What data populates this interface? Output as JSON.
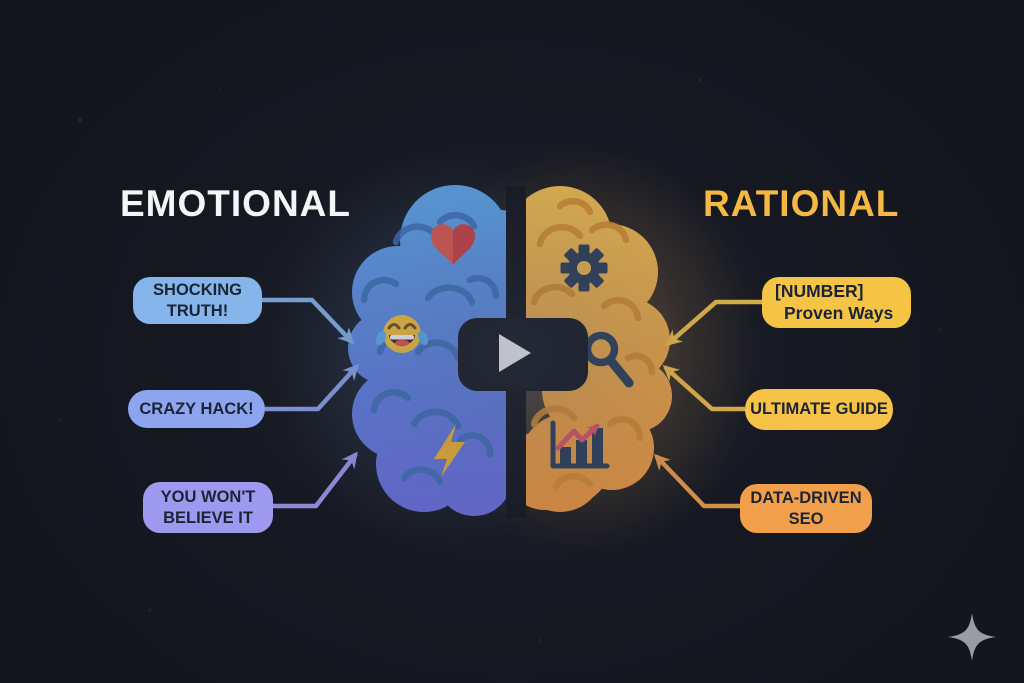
{
  "titles": {
    "left": "EMOTIONAL",
    "right": "RATIONAL"
  },
  "callouts": {
    "left": [
      {
        "lines": [
          "SHOCKING",
          "TRUTH!"
        ],
        "color": "#85B5EB"
      },
      {
        "lines": [
          "CRAZY HACK!"
        ],
        "color": "#8DA4EE"
      },
      {
        "lines": [
          "YOU WON'T",
          "BELIEVE IT"
        ],
        "color": "#9D99EF"
      }
    ],
    "right": [
      {
        "lines": [
          "[NUMBER]",
          "Proven Ways"
        ],
        "color": "#F6C445"
      },
      {
        "lines": [
          "ULTIMATE GUIDE"
        ],
        "color": "#F6C247"
      },
      {
        "lines": [
          "DATA-DRIVEN",
          "SEO"
        ],
        "color": "#F29F4B"
      }
    ]
  },
  "video": {
    "control": "play-button"
  },
  "icons": {
    "left_brain": [
      "heart-icon",
      "laughing-tears-emoji-icon",
      "lightning-bolt-icon"
    ],
    "right_brain": [
      "gear-icon",
      "magnifying-glass-icon",
      "growth-chart-icon"
    ],
    "center": "play-button-icon",
    "watermark": "sparkle-icon"
  },
  "colors": {
    "background": "#13151C",
    "emotional_title": "#F4F5F7",
    "rational_title": "#F5B843",
    "brain_left_top": "#5FA9EC",
    "brain_left_bottom": "#6E6FE2",
    "brain_right_top": "#F6C14F",
    "brain_right_bottom": "#F0973F",
    "heart": "#DC4B41",
    "dark_icon_navy": "#2E4057",
    "chart_trend_arrow": "#E25768",
    "play_button": "#16181E",
    "sparkle": "#AAACB2"
  }
}
